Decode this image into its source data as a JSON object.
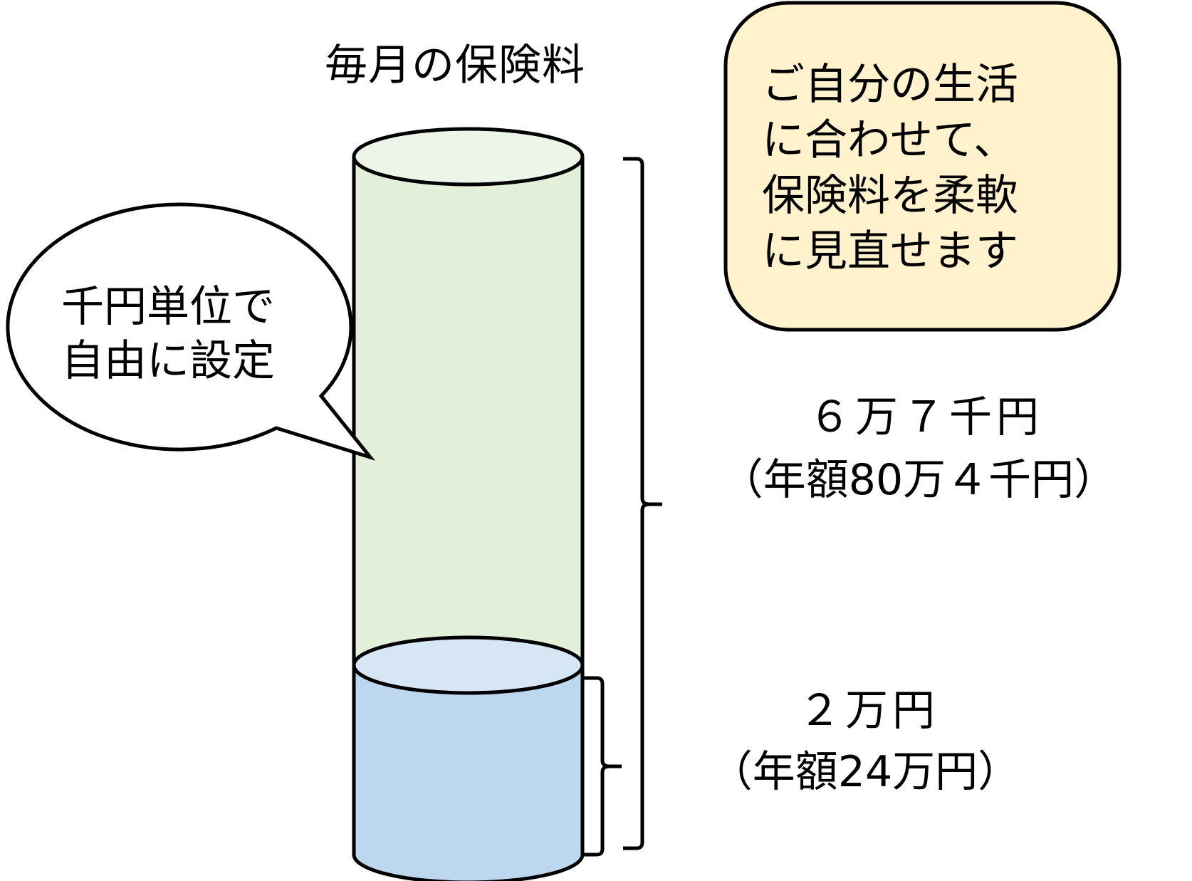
{
  "diagram": {
    "title": "毎月の保険料",
    "colors": {
      "upper_segment_fill": "#e2efd9",
      "upper_segment_top": "#edf5e8",
      "lower_segment_fill": "#bdd7ee",
      "lower_segment_top": "#d6e6f5",
      "note_box_fill": "#fff2cc",
      "stroke": "#000000",
      "bubble_fill": "#ffffff"
    },
    "segments": [
      {
        "id": "total",
        "monthly_label": "６万７千円",
        "annual_label": "（年額80万４千円）",
        "monthly_yen": 67000,
        "annual_yen": 804000
      },
      {
        "id": "base",
        "monthly_label": "２万円",
        "annual_label": "（年額24万円）",
        "monthly_yen": 20000,
        "annual_yen": 240000
      }
    ],
    "speech_bubble": {
      "lines": [
        "千円単位で",
        "自由に設定"
      ]
    },
    "note_box": {
      "lines": [
        "ご自分の生活",
        "に合わせて、",
        "保険料を柔軟",
        "に見直せます"
      ]
    }
  }
}
